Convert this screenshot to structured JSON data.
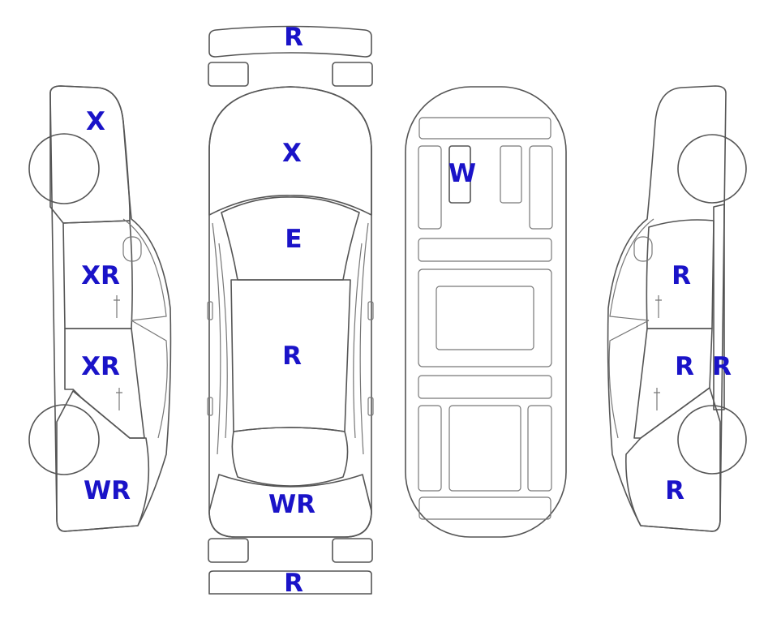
{
  "colors": {
    "damage_fill": "#FBAA2B",
    "light_fill": "#DFF5FC",
    "label_color": "#1A13C8",
    "outline": "#555555",
    "background": "#FFFFFF"
  },
  "labels": {
    "front_bumper": "R",
    "hood": "X",
    "windshield": "E",
    "roof": "R",
    "rear_window": "WR",
    "rear_bumper": "R",
    "interior_seat": "W",
    "left_front_fender": "X",
    "left_front_door": "XR",
    "left_rear_door": "XR",
    "left_rear_quarter": "WR",
    "right_front_door": "R",
    "right_rear_door": "R",
    "right_rocker": "R",
    "right_rear_quarter": "R"
  }
}
